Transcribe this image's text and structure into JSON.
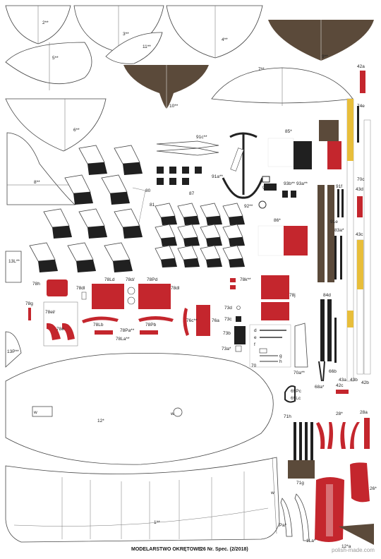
{
  "caption": {
    "title": "MODELARSTWO OKRĘTOWE",
    "issue": "26 Nr. Spec. (2/2018)"
  },
  "watermark": "polish-made.com",
  "colors": {
    "outline": "#444444",
    "red": "#c4262d",
    "black": "#202020",
    "wood": "#5b4a3a",
    "yellow": "#e8be3a"
  },
  "labels": {
    "p2": "2**",
    "p3": "3**",
    "p4": "4**",
    "p5": "5**",
    "p6": "6**",
    "p7": "7**",
    "p8": "8**",
    "p9": "9**",
    "p10": "10**",
    "p11": "11**",
    "p12": "12*",
    "p1": "1**",
    "p13l": "13L**",
    "p13p": "13P**",
    "p80": "80",
    "p81": "81",
    "p87": "87",
    "p91c": "91c**",
    "p91a": "91a**",
    "p92": "92**",
    "p85": "85*",
    "p86": "86*",
    "p93b": "93b**",
    "p93a": "93a**",
    "p94a": "94a**",
    "p91f": "91f",
    "p91e": "91e",
    "p83a": "83a*",
    "p84d": "84d",
    "p42a": "42a",
    "p74e": "74e",
    "p70c": "70c",
    "p43d": "43d",
    "p43c": "43c",
    "p43a": "43a",
    "p43b": "43b",
    "p42b": "42b",
    "p42c": "42c",
    "p66b": "66b",
    "p68a": "68a*",
    "p70a": "70a**",
    "p69pc": "69Pc",
    "p69lc": "69Lc",
    "p71h": "71h",
    "p71g": "71g",
    "p28": "28*",
    "p28a": "28a",
    "p26": "26*",
    "p12a": "12*a",
    "p1pa": "1Pa*",
    "p1la": "1La*",
    "p78h": "78h",
    "p78g": "78g",
    "p78dl": "78dl",
    "p78ld": "78Ld",
    "p78dp": "78d/",
    "p78pd": "78Pd",
    "p78dr": "78dl",
    "p78el": "78el/",
    "p78e": "78e",
    "p78lb": "78Lb",
    "p78pa": "78Pa**",
    "p78pb": "78Pb",
    "p78la": "78La**",
    "p76c": "76c**",
    "p76a": "76a",
    "p78k": "78k**",
    "p78j": "78j",
    "p73d": "73d",
    "p73c": "73c",
    "p73b": "73b",
    "p73a": "73a*",
    "p70": "70",
    "pd": "d",
    "pe": "e",
    "pf": "f",
    "pg": "g",
    "ph": "h",
    "pw1": "w",
    "pw2": "w",
    "pw3": "w"
  }
}
